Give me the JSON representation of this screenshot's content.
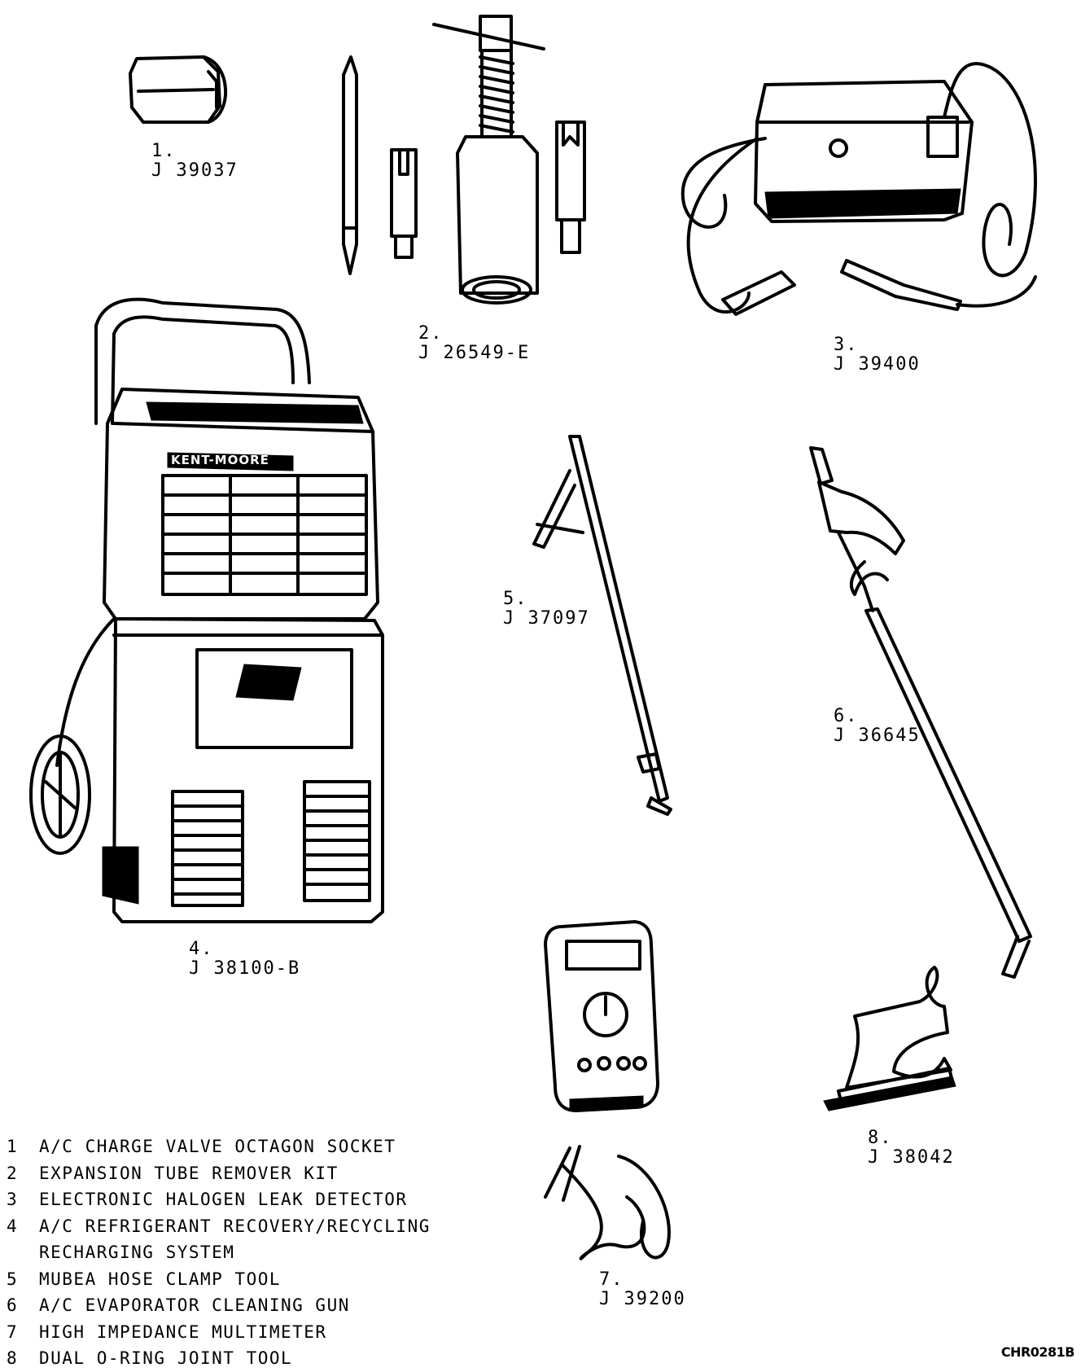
{
  "callouts": [
    {
      "num": "1.",
      "part": "J 39037"
    },
    {
      "num": "2.",
      "part": "J 26549-E"
    },
    {
      "num": "3.",
      "part": "J 39400"
    },
    {
      "num": "4.",
      "part": "J 38100-B"
    },
    {
      "num": "5.",
      "part": "J 37097"
    },
    {
      "num": "6.",
      "part": "J 36645"
    },
    {
      "num": "7.",
      "part": "J 39200"
    },
    {
      "num": "8.",
      "part": "J 38042"
    }
  ],
  "legend": [
    {
      "num": "1",
      "text": "A/C CHARGE VALVE OCTAGON SOCKET"
    },
    {
      "num": "2",
      "text": "EXPANSION TUBE REMOVER KIT"
    },
    {
      "num": "3",
      "text": "ELECTRONIC HALOGEN LEAK DETECTOR"
    },
    {
      "num": "4",
      "text": "A/C REFRIGERANT RECOVERY/RECYCLING"
    },
    {
      "num": "",
      "text": "RECHARGING SYSTEM"
    },
    {
      "num": "5",
      "text": "MUBEA HOSE CLAMP TOOL"
    },
    {
      "num": "6",
      "text": "A/C EVAPORATOR CLEANING GUN"
    },
    {
      "num": "7",
      "text": "HIGH IMPEDANCE MULTIMETER"
    },
    {
      "num": "8",
      "text": "DUAL O-RING JOINT TOOL"
    }
  ],
  "brand_text": "KENT-MOORE",
  "figure_code": "CHR0281B"
}
